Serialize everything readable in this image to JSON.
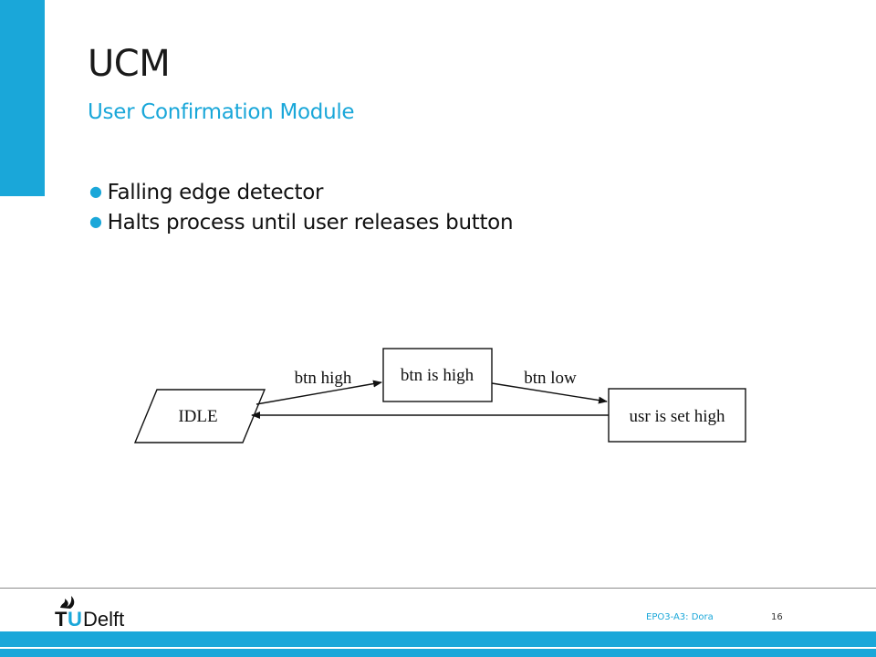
{
  "slide": {
    "title": "UCM",
    "subtitle": "User Confirmation Module",
    "bullets": [
      "Falling edge detector",
      "Halts process until user releases button"
    ]
  },
  "diagram": {
    "nodes": [
      {
        "id": "idle",
        "label": "IDLE",
        "shape": "parallelogram"
      },
      {
        "id": "btn_high_state",
        "label": "btn is high",
        "shape": "box"
      },
      {
        "id": "usr_set_high",
        "label": "usr is set high",
        "shape": "box"
      }
    ],
    "edges": [
      {
        "from": "idle",
        "to": "btn_high_state",
        "label": "btn high"
      },
      {
        "from": "btn_high_state",
        "to": "usr_set_high",
        "label": "btn low"
      },
      {
        "from": "usr_set_high",
        "to": "idle",
        "label": ""
      }
    ]
  },
  "footer": {
    "logo_text_t": "T",
    "logo_text_u": "U",
    "logo_text_delft": "Delft",
    "course": "EPO3-A3:  Dora",
    "page_number": "16"
  },
  "colors": {
    "accent": "#1aa7d9",
    "text": "#111111"
  },
  "icons": {
    "logo": "tu-delft-flame-logo"
  }
}
